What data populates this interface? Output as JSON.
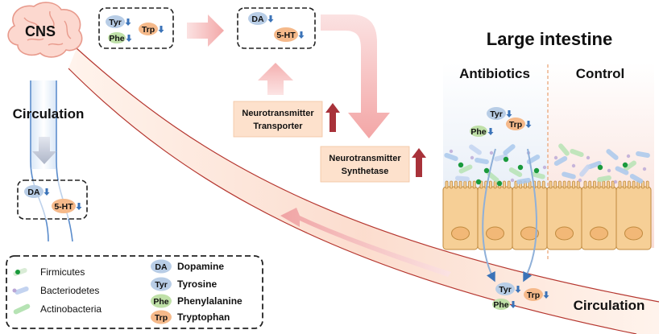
{
  "title": "Large intestine",
  "cns_label": "CNS",
  "circulation_label": "Circulation",
  "regions": {
    "antibiotics": "Antibiotics",
    "control": "Control"
  },
  "boxes": {
    "transporter": {
      "line1": "Neurotransmitter",
      "line2": "Transporter"
    },
    "synthetase": {
      "line1": "Neurotransmitter",
      "line2": "Synthetase"
    }
  },
  "molecules": {
    "dopamine": "DA",
    "serotonin": "5-HT",
    "tyrosine": "Tyr",
    "tryptophan": "Trp",
    "phenylalanine": "Phe"
  },
  "legend": {
    "bacteria": [
      "Firmicutes",
      "Bacteriodetes",
      "Actinobacteria"
    ],
    "molecules": [
      {
        "abbr": "DA",
        "name": "Dopamine"
      },
      {
        "abbr": "Tyr",
        "name": "Tyrosine"
      },
      {
        "abbr": "Phe",
        "name": "Phenylalanine"
      },
      {
        "abbr": "Trp",
        "name": "Tryptophan"
      }
    ]
  },
  "colors": {
    "blue_pill": "#b8cde6",
    "green_pill": "#bfe0a8",
    "orange_pill": "#f5b98a",
    "arrow_blue": "#3b73b8",
    "up_arrow_red": "#a8323a",
    "pink_arrow": "#f4b5b5",
    "box_fill": "#fde1cc",
    "cell_fill": "#f6cf96",
    "cell_stroke": "#c08a3e",
    "dot_green": "#1a9a3c"
  }
}
